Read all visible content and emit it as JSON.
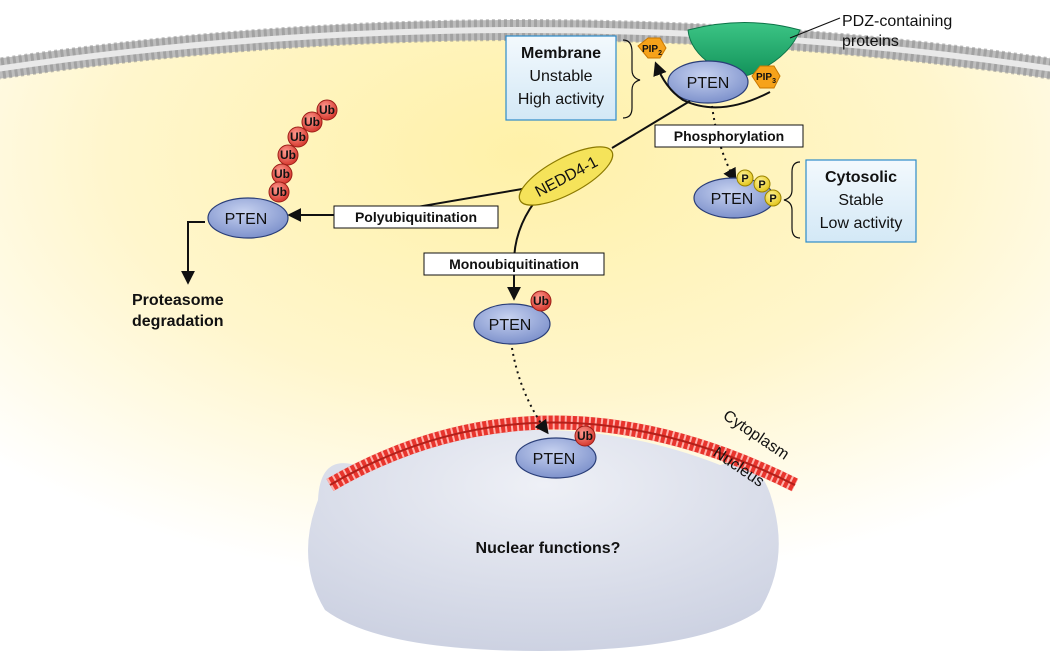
{
  "pdz_label": [
    "PDZ-containing",
    "proteins"
  ],
  "membrane_box": {
    "title": "Membrane",
    "lines": [
      "Unstable",
      "High activity"
    ]
  },
  "cytosolic_box": {
    "title": "Cytosolic",
    "lines": [
      "Stable",
      "Low activity"
    ]
  },
  "pten": "PTEN",
  "pip2": {
    "base": "PIP",
    "sub": "2"
  },
  "pip3": {
    "base": "PIP",
    "sub": "3"
  },
  "ub": "Ub",
  "p": "P",
  "nedd4": "NEDD4-1",
  "phosphorylation": "Phosphorylation",
  "polyubiquitination": "Polyubiquitination",
  "monoubiquitination": "Monoubiquitination",
  "proteasome": [
    "Proteasome",
    "degradation"
  ],
  "cytoplasm": "Cytoplasm",
  "nucleus": "Nucleus",
  "nuclear_functions": "Nuclear functions?",
  "colors": {
    "cell_fill_inner": "#fff3b8",
    "cell_fill_outer": "#fffaf0",
    "membrane": "#9a9a9a",
    "nuclear_envelope": "#e8352d",
    "nucleus_fill": "#e3e6ef",
    "pten_fill": "#9fb0dc",
    "pten_stroke": "#2a3e78",
    "ub_fill": "#e8534a",
    "p_fill": "#f2d93a",
    "pip_fill": "#f6a21a",
    "pdz_fill": "#2bb673",
    "nedd4_fill": "#f5e35a",
    "info_fill": "#e4f1fa",
    "info_stroke": "#2e8bc9"
  }
}
